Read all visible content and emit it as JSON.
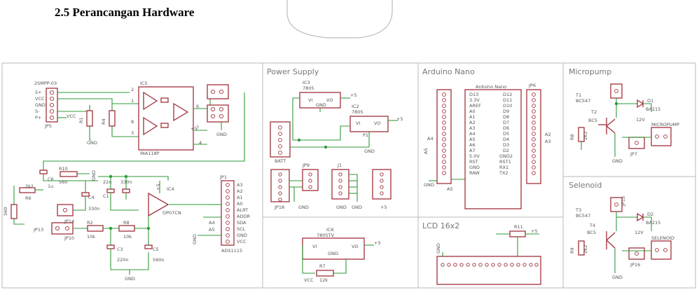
{
  "heading": "2.5  Perancangan Hardware",
  "sections": {
    "power_supply": "Power Supply",
    "arduino_nano": "Arduino Nano",
    "micropump": "Micropump",
    "selenoid": "Selenoid",
    "lcd": "LCD 16x2"
  },
  "labels": {
    "jp5_ref": "2SMPP-03",
    "jp5_pins": [
      "S+",
      "VCC",
      "GND",
      "S-",
      "P+"
    ],
    "jp5": "JP5",
    "r1": "R1",
    "r4": "R4",
    "ic5": "IC5",
    "ic5_part": "INA118P",
    "pins_ic5": [
      "2",
      "1",
      "8",
      "3",
      "4",
      "6",
      "7",
      "5"
    ],
    "gnd": "GND",
    "vcc": "VCC",
    "plus5": "+5",
    "ic3": "IC3",
    "ic3_part": "7805",
    "ic2": "IC2",
    "ic2_part": "7805",
    "vi": "VI",
    "vo": "VO",
    "p1": "P1",
    "batt": "BATT",
    "jp9": "JP9",
    "j1": "J1",
    "jp18": "JP18",
    "ic1_name": "Arduino Nano",
    "ic1_left": [
      "D13",
      "3.3V",
      "AREF",
      "A0",
      "A1",
      "A2",
      "A3",
      "A4",
      "A5",
      "A6",
      "A7",
      "5.0V",
      "RST",
      "GND",
      "RAW"
    ],
    "ic1_right": [
      "D12",
      "D11",
      "D10",
      "D9",
      "D8",
      "D7",
      "D6",
      "D5",
      "D4",
      "D3",
      "D2",
      "GND2",
      "RST1",
      "RX1",
      "TX2"
    ],
    "jp6": "JP6",
    "t1": "T1",
    "bc547": "BC547",
    "t2": "T2",
    "bc5": "BC5",
    "r8": "R8",
    "r8_val": "2K2",
    "d1": "D1",
    "ba215": "BA215",
    "jp7": "JP7",
    "micropump_label": "MICROPUMP",
    "v12": "12V",
    "r10": "R10",
    "r10_val": "560",
    "c6": "C6",
    "c6_val": "1u",
    "r6": "R6",
    "r6_val": "2k2",
    "r5_val": "560",
    "c4": "C4",
    "c4_val": "330n",
    "c1": "C1",
    "c1_val": "22n",
    "c2_val": "330n",
    "ic4": "IC4",
    "ic4_part": "OP07CN",
    "jp13": "JP13",
    "jp14": "JP14",
    "jp10": "JP10",
    "r2": "R2",
    "r2_val": "10k",
    "r8b": "R8",
    "r8b_val": "10k",
    "c3": "C3",
    "c3_val": "220n",
    "c5": "C5",
    "c5_val": "560n",
    "jp1": "JP1",
    "ads_pins": [
      "A3",
      "A2",
      "A1",
      "A0",
      "ALRT",
      "ADDR",
      "SDA",
      "SCL",
      "GND",
      "VCC"
    ],
    "ads": "ADS1115",
    "ic6": "IC6",
    "ic6_part": "7805TV",
    "r7": "R7",
    "r7_val": "12k",
    "r11": "R11",
    "t3": "T3",
    "t4": "T4",
    "r9": "R9",
    "d2": "D2",
    "jp16": "JP16",
    "jp15": "JP15",
    "selenoid_label": "SELENOID",
    "a4": "A4",
    "a5": "A5",
    "a2": "A2",
    "a3": "A3"
  }
}
